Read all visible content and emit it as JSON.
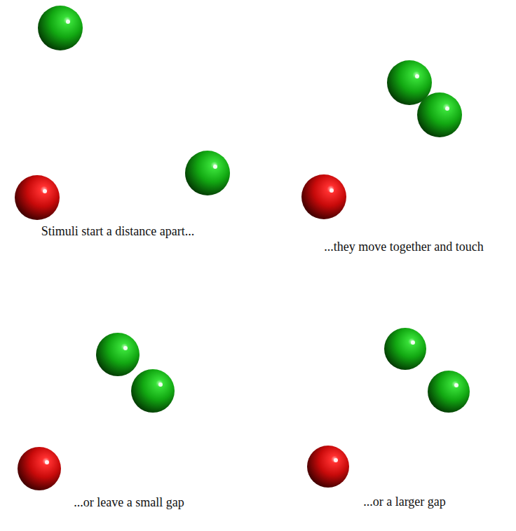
{
  "diagram": {
    "labels": [
      "Stimuli start a distance apart...",
      "...they move together and touch",
      "...or leave a small gap",
      "...or a larger gap"
    ]
  }
}
